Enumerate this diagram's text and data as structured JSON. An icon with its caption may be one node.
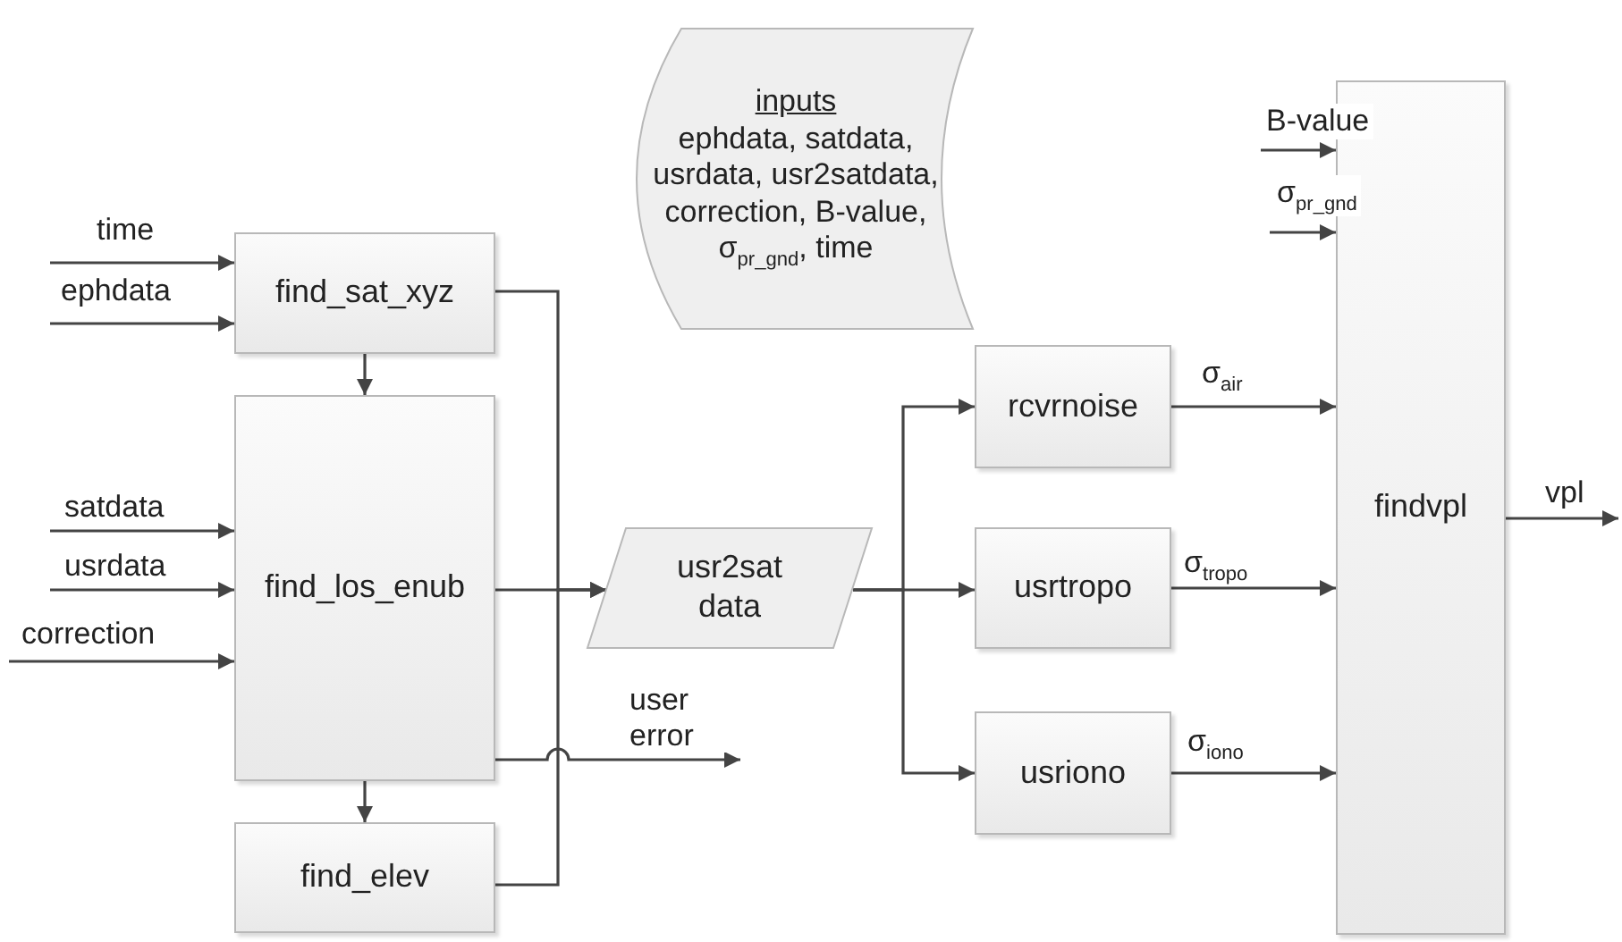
{
  "diagram": {
    "nodes": [
      {
        "text": [
          "inputs",
          "ephdata, satdata, usrdata, usr2satdata, correction, B-value, σ$_{pr_gnd}$, time"
        ]
      },
      {
        "text": [
          "find_sat_xyz"
        ]
      },
      {
        "text": [
          "find_los_enub"
        ]
      },
      {
        "text": [
          "find_elev"
        ]
      },
      {
        "text": [
          "usr2sat data"
        ]
      },
      {
        "text": [
          "rcvrnoise"
        ]
      },
      {
        "text": [
          "usrtropo"
        ]
      },
      {
        "text": [
          "usriono"
        ]
      },
      {
        "text": [
          "findvpl"
        ]
      }
    ],
    "edges": [
      {
        "from": null,
        "to": 1,
        "arrow": "to",
        "label": "time"
      },
      {
        "from": null,
        "to": 1,
        "arrow": "to",
        "label": "ephdata"
      },
      {
        "from": 1,
        "to": 2,
        "arrow": "to"
      },
      {
        "from": null,
        "to": 2,
        "arrow": "to",
        "label": "satdata"
      },
      {
        "from": null,
        "to": 2,
        "arrow": "to",
        "label": "usrdata"
      },
      {
        "from": null,
        "to": 2,
        "arrow": "to",
        "label": "correction"
      },
      {
        "from": 2,
        "to": 3,
        "arrow": "to"
      },
      {
        "from": 1,
        "to": 4,
        "arrow": "to"
      },
      {
        "from": 2,
        "to": 4,
        "arrow": "to"
      },
      {
        "from": 3,
        "to": 4,
        "arrow": "to"
      },
      {
        "from": 2,
        "to": null,
        "arrow": "to",
        "label": "user error"
      },
      {
        "from": 4,
        "to": 5,
        "arrow": "to"
      },
      {
        "from": 4,
        "to": 6,
        "arrow": "to"
      },
      {
        "from": 4,
        "to": 7,
        "arrow": "to"
      },
      {
        "from": 5,
        "to": 8,
        "arrow": "to",
        "label": "σ$_{air}$"
      },
      {
        "from": 6,
        "to": 8,
        "arrow": "to",
        "label": "σ$_{tropo}$"
      },
      {
        "from": 7,
        "to": 8,
        "arrow": "to",
        "label": "σ$_{iono}$"
      },
      {
        "from": null,
        "to": 8,
        "arrow": "to",
        "label": "B-value"
      },
      {
        "from": null,
        "to": 8,
        "arrow": "to",
        "label": "σ$_{pr_gnd}$"
      },
      {
        "from": 8,
        "to": null,
        "arrow": "to",
        "label": "vpl"
      }
    ]
  }
}
